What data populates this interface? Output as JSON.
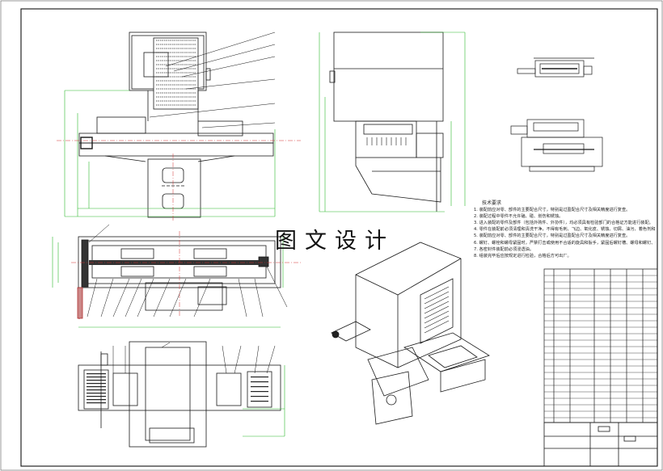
{
  "watermark": "图文设计",
  "technical_notes": {
    "title": "技术要求",
    "items": [
      "1. 装配前应对零、部件的主要配合尺寸，特别是过盈配合尺寸及相关精度进行复查。",
      "2. 装配过程中零件不允许磕、碰、划伤和锈蚀。",
      "3. 进入装配的零件及部件（包括外购件、外协件），均必须具有检验部门的合格证方能进行装配。",
      "4. 零件在装配前必须清理和清洗干净，不得有毛刺、飞边、氧化皮、锈蚀、切屑、油污、着色剂和灰尘等。",
      "5. 装配前应对零、部件的主要配合尺寸，特别是过盈配合尺寸及相关精度进行复查。",
      "6. 螺钉、螺栓和螺母紧固时，严禁打击或使用不合适的旋具和扳手，紧固后螺钉槽、螺母和螺钉、螺栓头部不得损坏。",
      "7. 各密封件装配前必须浸透油。",
      "8. 组装完毕后应按规定进行检验，合格后方可出厂。"
    ]
  },
  "colors": {
    "line": "#1a1a1a",
    "dimension": "#2eb82e",
    "center": "#d23030",
    "fill_dark": "#333333"
  }
}
